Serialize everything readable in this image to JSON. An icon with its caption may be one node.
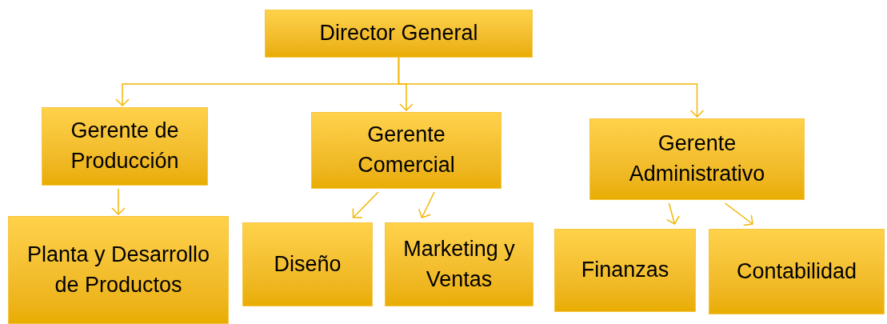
{
  "diagram": {
    "nodes": [
      {
        "text": [
          "Director General"
        ]
      },
      {
        "text": [
          "Gerente de Producción"
        ]
      },
      {
        "text": [
          "Gerente Comercial"
        ]
      },
      {
        "text": [
          "Gerente Administrativo"
        ]
      },
      {
        "text": [
          "Planta y Desarrollo de Productos"
        ]
      },
      {
        "text": [
          "Diseño"
        ]
      },
      {
        "text": [
          "Marketing y Ventas"
        ]
      },
      {
        "text": [
          "Finanzas"
        ]
      },
      {
        "text": [
          "Contabilidad"
        ]
      }
    ],
    "edges": [
      {
        "from": 0,
        "to": 1,
        "arrow": "to"
      },
      {
        "from": 0,
        "to": 2,
        "arrow": "to"
      },
      {
        "from": 0,
        "to": 3,
        "arrow": "to"
      },
      {
        "from": 1,
        "to": 4,
        "arrow": "to"
      },
      {
        "from": 2,
        "to": 5,
        "arrow": "to"
      },
      {
        "from": 2,
        "to": 6,
        "arrow": "to"
      },
      {
        "from": 3,
        "to": 7,
        "arrow": "to"
      },
      {
        "from": 3,
        "to": 8,
        "arrow": "to"
      }
    ]
  }
}
